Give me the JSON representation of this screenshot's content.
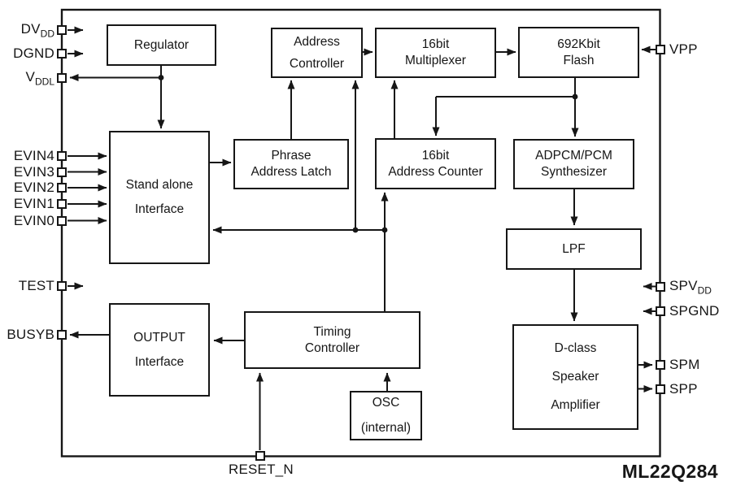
{
  "diagram": {
    "part_number": "ML22Q284",
    "colors": {
      "ink": "#161616",
      "background": "#ffffff"
    },
    "blocks": {
      "regulator": {
        "line1": "Regulator"
      },
      "address_controller": {
        "line1": "Address",
        "line2": "Controller"
      },
      "multiplexer": {
        "line1": "16bit",
        "line2": "Multiplexer"
      },
      "flash": {
        "line1": "692Kbit",
        "line2": "Flash"
      },
      "standalone_interface": {
        "line1": "Stand alone",
        "line2": "Interface"
      },
      "phrase_address_latch": {
        "line1": "Phrase",
        "line2": "Address Latch"
      },
      "address_counter": {
        "line1": "16bit",
        "line2": "Address Counter"
      },
      "adpcm_synthesizer": {
        "line1": "ADPCM/PCM",
        "line2": "Synthesizer"
      },
      "lpf": {
        "line1": "LPF"
      },
      "output_interface": {
        "line1": "OUTPUT",
        "line2": "Interface"
      },
      "timing_controller": {
        "line1": "Timing",
        "line2": "Controller"
      },
      "osc": {
        "line1": "OSC",
        "line2": "(internal)"
      },
      "dclass_amplifier": {
        "line1": "D-class",
        "line2": "Speaker",
        "line3": "Amplifier"
      }
    },
    "pins": {
      "dvdd": {
        "base": "DV",
        "sub": "DD"
      },
      "dgnd": {
        "base": "DGND"
      },
      "vddl": {
        "base": "V",
        "sub": "DDL"
      },
      "evin4": {
        "base": "EVIN4"
      },
      "evin3": {
        "base": "EVIN3"
      },
      "evin2": {
        "base": "EVIN2"
      },
      "evin1": {
        "base": "EVIN1"
      },
      "evin0": {
        "base": "EVIN0"
      },
      "test": {
        "base": "TEST"
      },
      "busyb": {
        "base": "BUSYB"
      },
      "vpp": {
        "base": "VPP"
      },
      "spvdd": {
        "base": "SPV",
        "sub": "DD"
      },
      "spgnd": {
        "base": "SPGND"
      },
      "spm": {
        "base": "SPM"
      },
      "spp": {
        "base": "SPP"
      },
      "reset_n": {
        "base": "RESET_N"
      }
    }
  }
}
